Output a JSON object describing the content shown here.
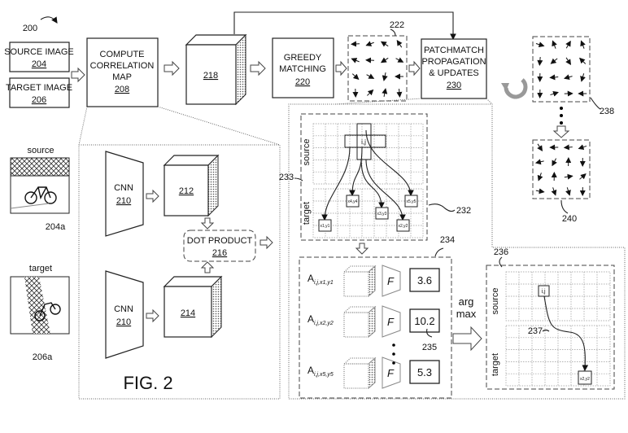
{
  "figure": {
    "number_ref": "200",
    "caption": "FIG. 2",
    "source_image": {
      "label": "SOURCE IMAGE",
      "ref": "204"
    },
    "target_image": {
      "label": "TARGET IMAGE",
      "ref": "206"
    },
    "correlation": {
      "line1": "COMPUTE",
      "line2": "CORRELATION",
      "line3": "MAP",
      "ref": "208"
    },
    "volume_ref": "218",
    "greedy": {
      "line1": "GREEDY",
      "line2": "MATCHING",
      "ref": "220"
    },
    "flow_initial_ref": "222",
    "patchmatch": {
      "line1": "PATCHMATCH",
      "line2": "PROPAGATION",
      "line3": "& UPDATES",
      "ref": "230"
    },
    "flow_iter_ref": "238",
    "flow_final_ref": "240",
    "detail_left": {
      "source_label": "source",
      "source_ref": "204a",
      "target_label": "target",
      "target_ref": "206a",
      "cnn_label": "CNN",
      "cnn_ref": "210",
      "feature_source_ref": "212",
      "feature_target_ref": "214",
      "dot_product": {
        "label": "DOT PRODUCT",
        "ref": "216"
      }
    },
    "detail_right": {
      "grid_panel": {
        "ref": "232",
        "arrow_ref": "233",
        "source_label": "source",
        "target_label": "target",
        "center_label": "i,j",
        "candidates": [
          "x1,y1",
          "x2,y2",
          "x3,y3",
          "x4,y4",
          "x5,y5"
        ]
      },
      "scoring_panel": {
        "ref": "234",
        "score_ref": "235",
        "function_label": "F",
        "rows": [
          {
            "volume": "A",
            "subscript": "i,j,x1,y1",
            "score": "3.6"
          },
          {
            "volume": "A",
            "subscript": "i,j,x2,y2",
            "score": "10.2"
          },
          {
            "volume": "A",
            "subscript": "i,j,x5,y5",
            "score": "5.3"
          }
        ],
        "ellipsis": "⋮"
      },
      "argmax": {
        "line1": "arg",
        "line2": "max"
      },
      "result_panel": {
        "ref": "236",
        "arrow_ref": "237",
        "source_label": "source",
        "target_label": "target",
        "center_label": "i,j",
        "match_label": "x2,y2"
      }
    },
    "icons": [
      "curved-arrow-icon",
      "refresh-cycle-icon",
      "hollow-arrow-icon",
      "bicycle-icon"
    ]
  }
}
